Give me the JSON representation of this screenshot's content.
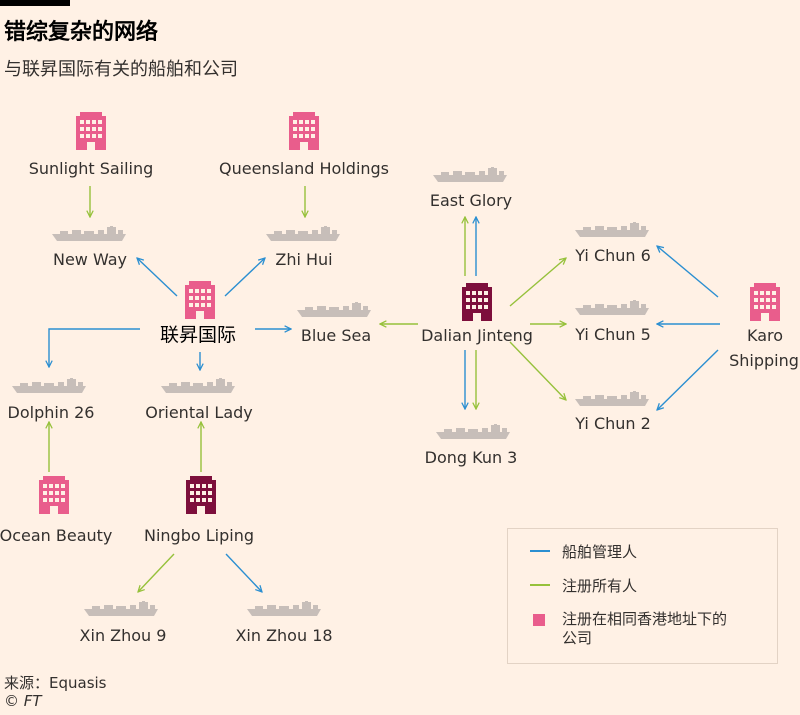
{
  "title": "错综复杂的网络",
  "subtitle": "与联昇国际有关的船舶和公司",
  "colors": {
    "background": "#fff1e5",
    "management_arrow": "#2b8fd1",
    "ownership_arrow": "#96c13b",
    "same_address_company": "#e95d8c",
    "hub_company": "#7d0f3c",
    "ship": "#c7beb9"
  },
  "nodes": {
    "sunlight_sailing": "Sunlight Sailing",
    "queensland_holdings": "Queensland Holdings",
    "new_way": "New Way",
    "zhi_hui": "Zhi Hui",
    "lianshen": "联昇国际",
    "blue_sea": "Blue Sea",
    "dolphin_26": "Dolphin 26",
    "oriental_lady": "Oriental Lady",
    "ocean_beauty": "Ocean Beauty",
    "ningbo_liping": "Ningbo Liping",
    "xin_zhou_9": "Xin Zhou 9",
    "xin_zhou_18": "Xin Zhou 18",
    "east_glory": "East Glory",
    "dalian_jinteng": "Dalian Jinteng",
    "dong_kun_3": "Dong Kun 3",
    "yi_chun_6": "Yi Chun 6",
    "yi_chun_5": "Yi Chun 5",
    "yi_chun_2": "Yi Chun 2",
    "karo_line1": "Karo",
    "karo_line2": "Shipping"
  },
  "legend": {
    "management": "船舶管理人",
    "ownership": "注册所有人",
    "same_address_line1": "注册在相同香港地址下的",
    "same_address_line2": "公司"
  },
  "source": "来源：Equasis",
  "copyright": "© FT"
}
